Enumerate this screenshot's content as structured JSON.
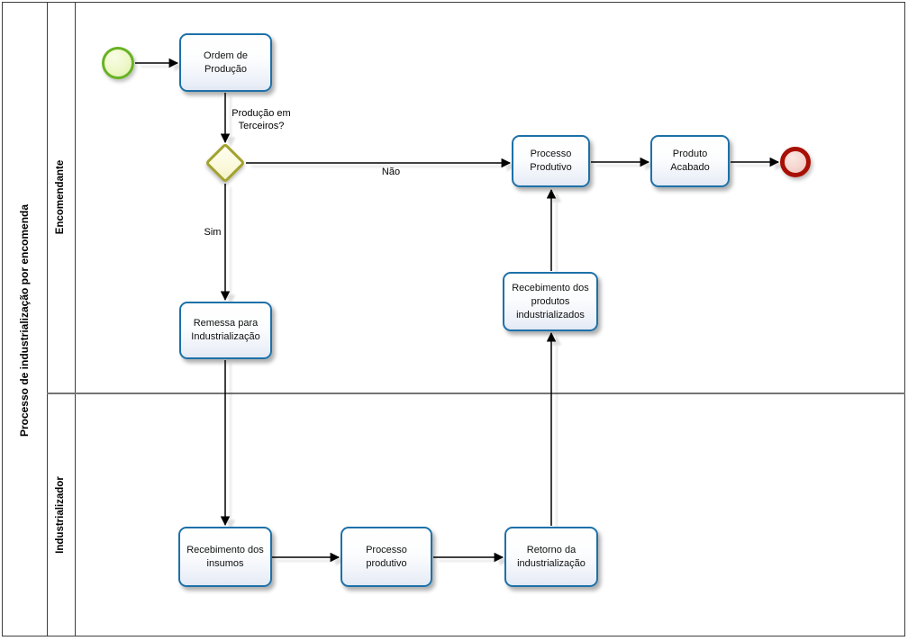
{
  "pool": {
    "title": "Processo de industrialização por encomenda"
  },
  "lanes": {
    "top": "Encomendante",
    "bottom": "Industrializador"
  },
  "tasks": {
    "ordem": "Ordem de Produção",
    "processo_encomendante": "Processo Produtivo",
    "produto_acabado": "Produto Acabado",
    "remessa": "Remessa para Industrialização",
    "recebimento_produtos": "Recebimento dos produtos industrializados",
    "recebimento_insumos": "Recebimento dos insumos",
    "processo_industrializador": "Processo produtivo",
    "retorno": "Retorno da industrialização"
  },
  "gateway": {
    "question": "Produção em Terceiros?",
    "yes": "Sim",
    "no": "Não"
  },
  "events": {
    "start": "start-event",
    "end": "end-event"
  },
  "colors": {
    "task_border": "#1d71a8",
    "gateway_border": "#a2a22e",
    "start_border": "#68b224",
    "end_border": "#a81005",
    "flow_line": "#000000",
    "lane_divider": "#747474",
    "pool_border": "#3e3e3e"
  }
}
